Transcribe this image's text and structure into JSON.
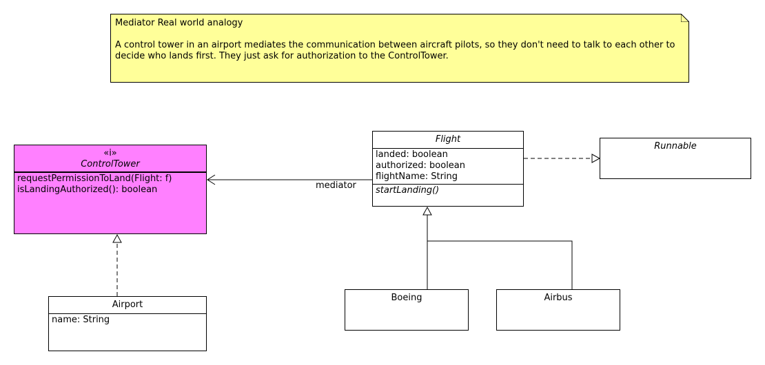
{
  "note": {
    "title": "Mediator Real world analogy",
    "body": "A control tower in an  airport mediates the communication between aircraft pilots, so they don't need to talk to each other to decide who lands first. They just ask for authorization to the ControlTower.",
    "color": "#ffff99"
  },
  "classes": {
    "control_tower": {
      "stereotype": "«i»",
      "name": "ControlTower",
      "methods": [
        "requestPermissionToLand(Flight: f)",
        "isLandingAuthorized(): boolean"
      ],
      "color": "#ff80ff"
    },
    "flight": {
      "name": "Flight",
      "attributes": [
        "landed: boolean",
        "authorized: boolean",
        "flightName: String"
      ],
      "methods": [
        "startLanding()"
      ]
    },
    "runnable": {
      "name": "Runnable"
    },
    "airport": {
      "name": "Airport",
      "attributes": [
        "name: String"
      ]
    },
    "boeing": {
      "name": "Boeing"
    },
    "airbus": {
      "name": "Airbus"
    }
  },
  "relations": {
    "mediator_label": "mediator"
  }
}
